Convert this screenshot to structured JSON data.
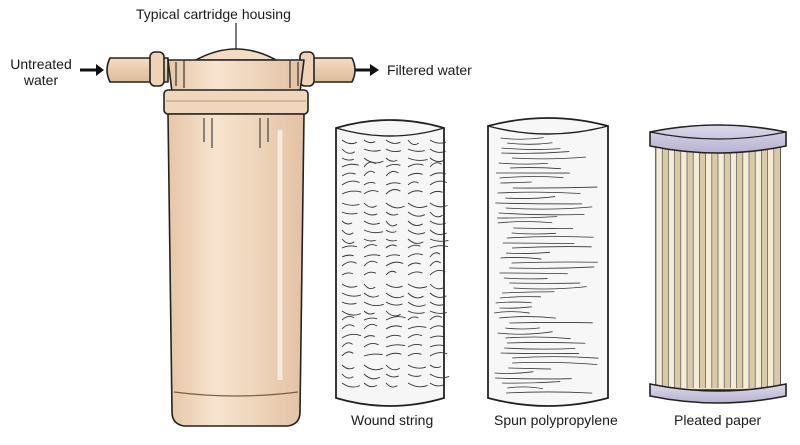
{
  "labels": {
    "housing": "Typical cartridge housing",
    "untreated": "Untreated water",
    "filtered": "Filtered water",
    "wound": "Wound string",
    "spun": "Spun polypropylene",
    "pleated": "Pleated paper"
  },
  "colors": {
    "housing_fill": "#f3dcc4",
    "housing_shade": "#e2c3a3",
    "outline": "#222222",
    "pleat_light": "#f4ecd6",
    "pleat_dark": "#d9cba5",
    "cap": "#c8c4dc"
  }
}
